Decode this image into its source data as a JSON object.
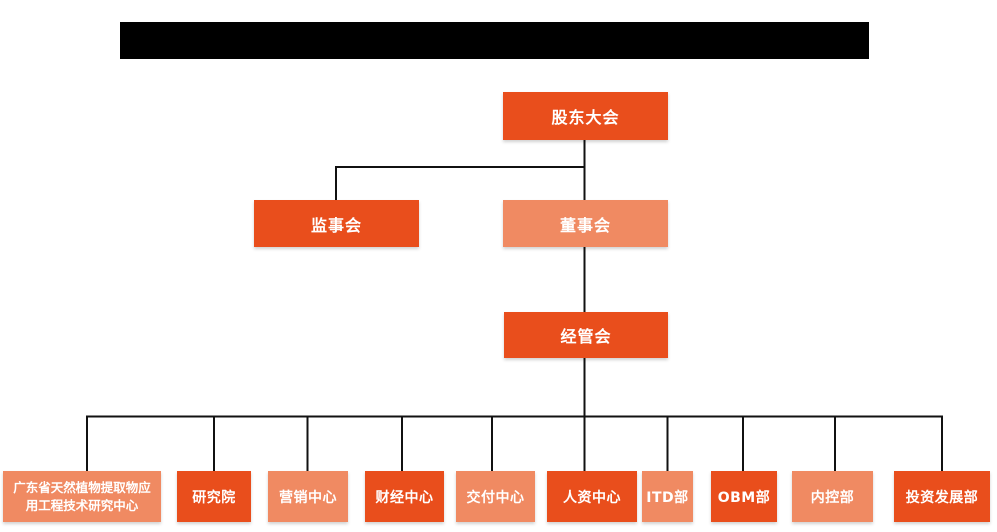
{
  "header": {
    "redacted_title_bar": {
      "visible_text": "",
      "color": "#000000"
    }
  },
  "colors": {
    "primary_dark": "#E94E1C",
    "primary_light": "#F08A62",
    "line": "#111111",
    "text": "#FFFFFF",
    "background": "#FFFFFF"
  },
  "nodes": {
    "shareholders": {
      "label": "股东大会",
      "variant": "dark"
    },
    "supervisory": {
      "label": "监事会",
      "variant": "dark"
    },
    "directors": {
      "label": "董事会",
      "variant": "light"
    },
    "management": {
      "label": "经管会",
      "variant": "dark"
    },
    "departments": [
      {
        "label": "广东省天然植物提取物应用工程技术研究中心",
        "variant": "light"
      },
      {
        "label": "研究院",
        "variant": "dark"
      },
      {
        "label": "营销中心",
        "variant": "light"
      },
      {
        "label": "财经中心",
        "variant": "dark"
      },
      {
        "label": "交付中心",
        "variant": "light"
      },
      {
        "label": "人资中心",
        "variant": "dark"
      },
      {
        "label": "ITD部",
        "variant": "light"
      },
      {
        "label": "OBM部",
        "variant": "dark"
      },
      {
        "label": "内控部",
        "variant": "light"
      },
      {
        "label": "投资发展部",
        "variant": "dark"
      }
    ]
  }
}
